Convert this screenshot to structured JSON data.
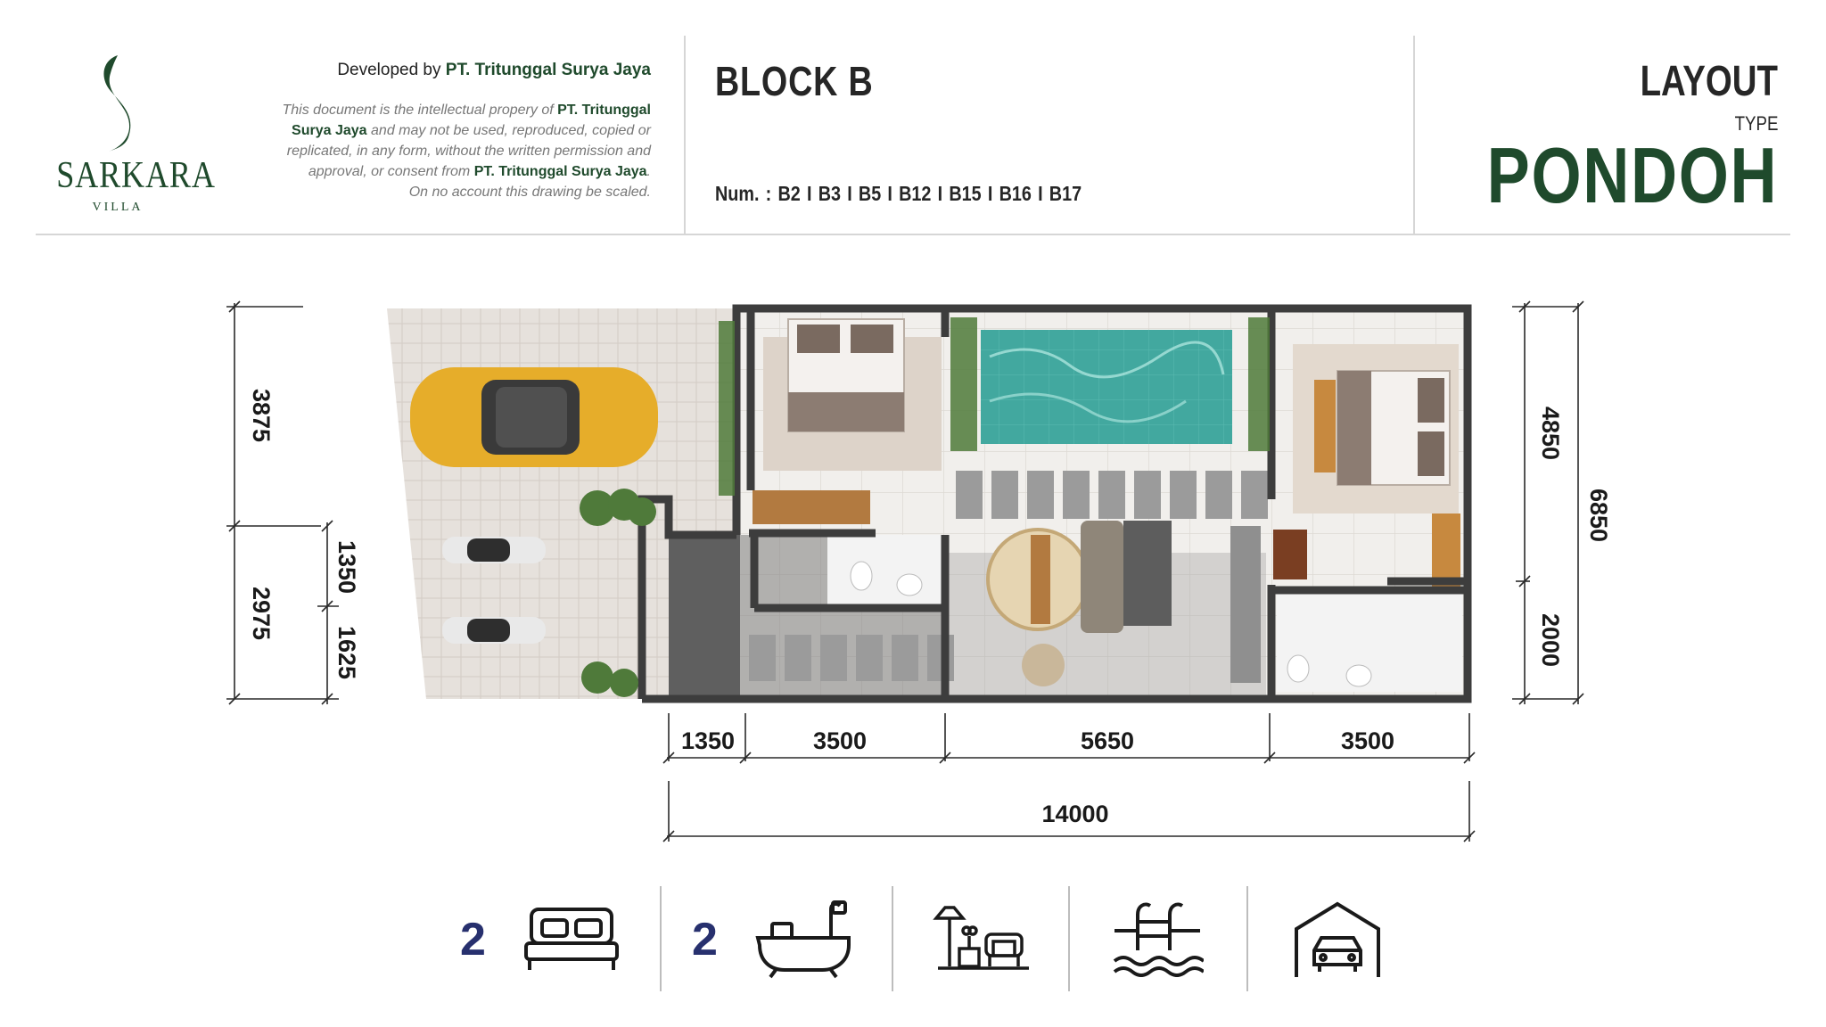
{
  "header": {
    "logo": {
      "name": "SARKARA",
      "sub": "VILLA"
    },
    "developer_prefix": "Developed by",
    "developer_name": "PT. Tritunggal Surya Jaya",
    "legal": {
      "p1": "This document is the intellectual propery of",
      "company1": "PT. Tritunggal Surya Jaya",
      "p2": "and may not be used, reproduced, copied or replicated, in any form, without the written permission and approval, or consent from",
      "company2": "PT. Tritunggal Surya Jaya",
      "p3": ".",
      "p4": "On no account this drawing be scaled."
    },
    "block": "BLOCK B",
    "num_label": "Num. :",
    "units": [
      "B2",
      "B3",
      "B5",
      "B12",
      "B15",
      "B16",
      "B17"
    ],
    "layout_label": "LAYOUT",
    "type_label": "TYPE",
    "type_name": "PONDOH"
  },
  "dimensions": {
    "left_outer": [
      "3875",
      "2975"
    ],
    "left_inner": [
      "1350",
      "1625"
    ],
    "right_inner": [
      "4850",
      "2000"
    ],
    "right_outer": "6850",
    "bottom_segments": [
      "1350",
      "3500",
      "5650",
      "3500"
    ],
    "bottom_total": "14000"
  },
  "amenities": [
    {
      "icon": "bed-icon",
      "count": "2"
    },
    {
      "icon": "bathtub-icon",
      "count": "2"
    },
    {
      "icon": "living-room-icon",
      "count": ""
    },
    {
      "icon": "pool-icon",
      "count": ""
    },
    {
      "icon": "garage-icon",
      "count": ""
    }
  ],
  "colors": {
    "brand_green": "#1f4a2c",
    "count_blue": "#27306e",
    "pool_water": "#3fa79e",
    "wall": "#3d3d3d"
  }
}
